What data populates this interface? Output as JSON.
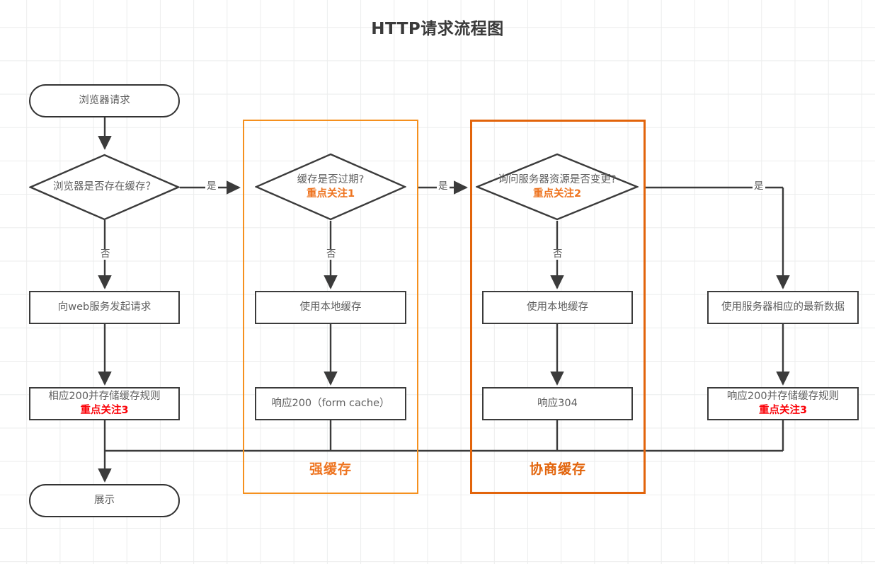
{
  "title": "HTTP请求流程图",
  "colors": {
    "strong_cache_border": "#f5901e",
    "negotiate_cache_border": "#e2640b",
    "group_label": "#ee7420",
    "focus_red": "#fb0007",
    "focus_orange": "#ee7420",
    "node_border": "#3b3b3b",
    "node_text": "#5e5e5e",
    "grid_line": "#eceded",
    "edge": "#3b3b3b"
  },
  "groups": [
    {
      "label": "强缓存",
      "border": "#f5901e"
    },
    {
      "label": "协商缓存",
      "border": "#e2640b"
    }
  ],
  "nodes": {
    "browser_request": {
      "label": "浏览器请求",
      "shape": "terminal"
    },
    "has_cache": {
      "label": "浏览器是否存在缓存？",
      "shape": "diamond"
    },
    "request_web": {
      "label": "向web服务发起请求",
      "shape": "rect"
    },
    "resp200_store": {
      "label": "相应200并存储缓存规则",
      "focus": "重点关注3",
      "focus_color": "red",
      "shape": "rect"
    },
    "display": {
      "label": "展示",
      "shape": "terminal"
    },
    "cache_expired": {
      "label": "缓存是否过期?",
      "focus": "重点关注1",
      "focus_color": "orange",
      "shape": "diamond"
    },
    "use_local_cache_1": {
      "label": "使用本地缓存",
      "shape": "rect"
    },
    "resp200_form_cache": {
      "label": "响应200（form cache）",
      "shape": "rect"
    },
    "ask_server_changed": {
      "label": "询问服务器资源是否变更?",
      "focus": "重点关注2",
      "focus_color": "orange",
      "shape": "diamond"
    },
    "use_local_cache_2": {
      "label": "使用本地缓存",
      "shape": "rect"
    },
    "resp304": {
      "label": "响应304",
      "shape": "rect"
    },
    "use_server_latest": {
      "label": "使用服务器相应的最新数据",
      "shape": "rect"
    },
    "resp200_store_right": {
      "label": "响应200并存储缓存规则",
      "focus": "重点关注3",
      "focus_color": "red",
      "shape": "rect"
    }
  },
  "edge_labels": {
    "yes_1": "是",
    "yes_2": "是",
    "yes_3": "是",
    "no_1": "否",
    "no_2": "否",
    "no_3": "否"
  }
}
